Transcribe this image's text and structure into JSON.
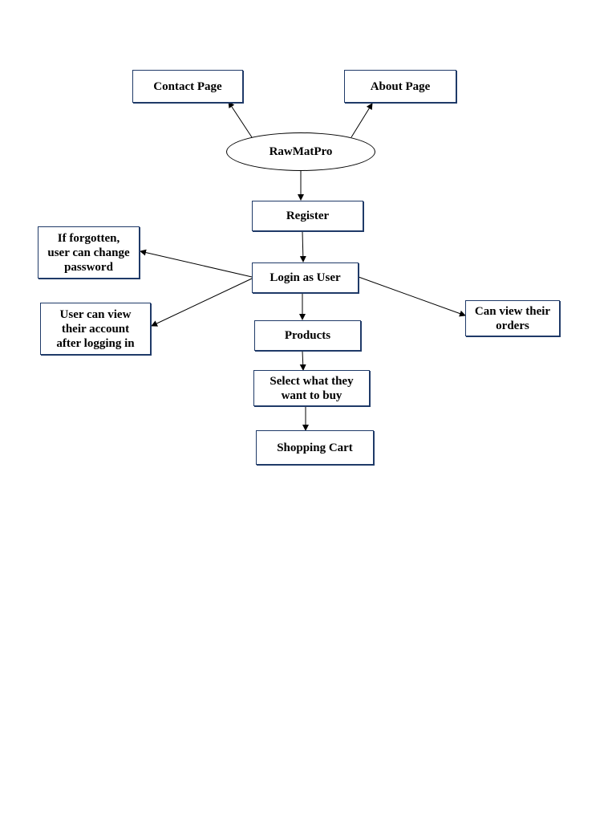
{
  "diagram": {
    "nodes": [
      {
        "id": "contact",
        "label": "Contact Page",
        "shape": "box"
      },
      {
        "id": "about",
        "label": "About Page",
        "shape": "box"
      },
      {
        "id": "rawmatpro",
        "label": "RawMatPro",
        "shape": "ellipse"
      },
      {
        "id": "register",
        "label": "Register",
        "shape": "box"
      },
      {
        "id": "forgot",
        "label": "If forgotten,\nuser can change\npassword",
        "shape": "box"
      },
      {
        "id": "login",
        "label": "Login as User",
        "shape": "box"
      },
      {
        "id": "account",
        "label": "User can view\ntheir account\nafter logging in",
        "shape": "box"
      },
      {
        "id": "orders",
        "label": "Can view their\norders",
        "shape": "box"
      },
      {
        "id": "products",
        "label": "Products",
        "shape": "box"
      },
      {
        "id": "select",
        "label": "Select what they\nwant to buy",
        "shape": "box"
      },
      {
        "id": "cart",
        "label": "Shopping Cart",
        "shape": "box"
      }
    ],
    "edges": [
      {
        "from": "rawmatpro",
        "to": "contact"
      },
      {
        "from": "rawmatpro",
        "to": "about"
      },
      {
        "from": "rawmatpro",
        "to": "register"
      },
      {
        "from": "register",
        "to": "login"
      },
      {
        "from": "login",
        "to": "forgot"
      },
      {
        "from": "login",
        "to": "account"
      },
      {
        "from": "login",
        "to": "orders"
      },
      {
        "from": "login",
        "to": "products"
      },
      {
        "from": "products",
        "to": "select"
      },
      {
        "from": "select",
        "to": "cart"
      }
    ]
  }
}
